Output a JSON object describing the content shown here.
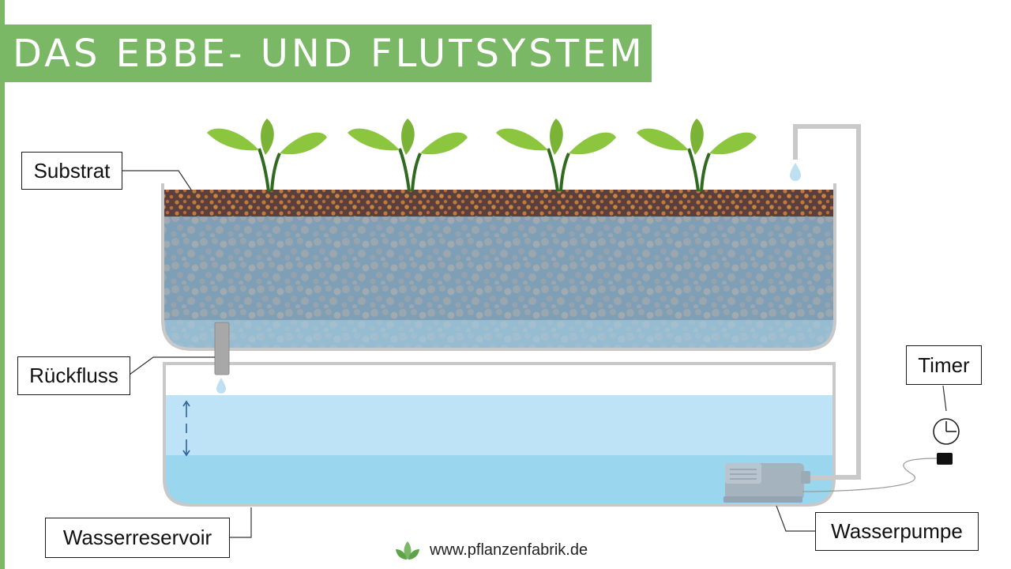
{
  "title": "DAS EBBE- UND FLUTSYSTEM",
  "labels": {
    "substrate": "Substrat",
    "return_flow": "Rückfluss",
    "reservoir": "Wasserreservoir",
    "timer": "Timer",
    "pump": "Wasserpumpe"
  },
  "footer": {
    "url": "www.pflanzenfabrik.de",
    "logo_icon": "leaf-logo-icon"
  },
  "colors": {
    "accent_green": "#7ab865",
    "soil": "#5a3f3d",
    "soil_dots": "#c07a3e",
    "water_tray": "#8db8d6",
    "water_reservoir_light": "#bfe3f6",
    "water_reservoir": "#9bd6ef",
    "pipe": "#c9c9c9",
    "leaf": "#8cc63f"
  }
}
